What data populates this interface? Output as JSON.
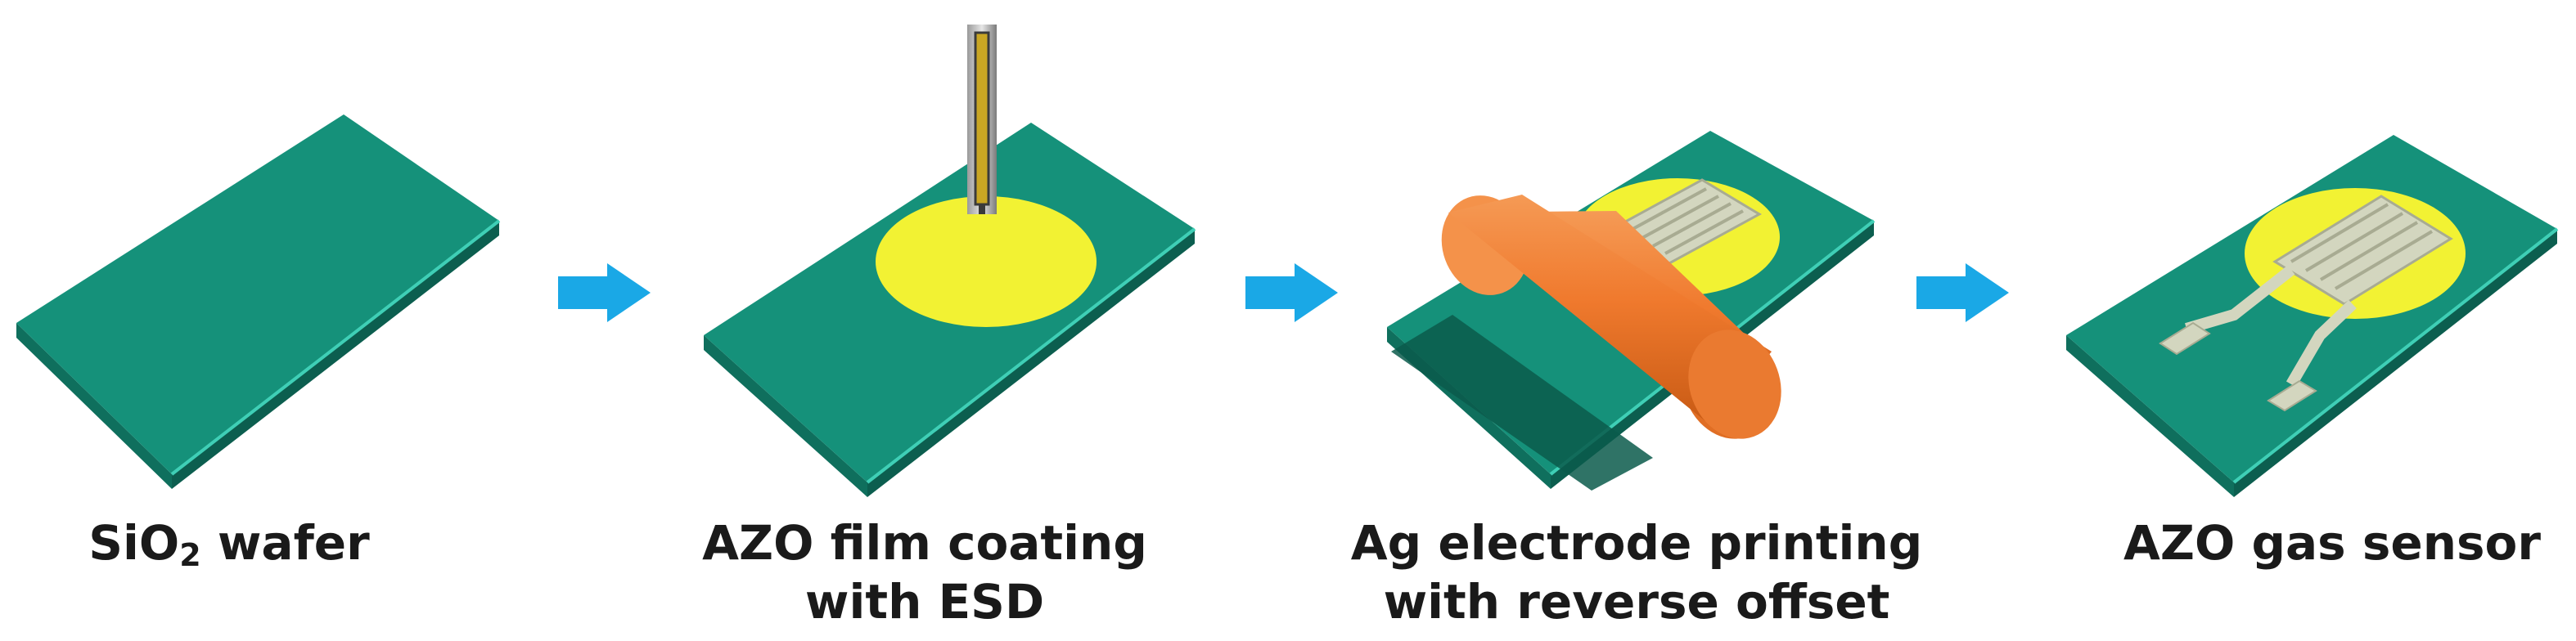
{
  "steps": [
    {
      "label_pre": "SiO",
      "label_sub": "2",
      "label_post": " wafer"
    },
    {
      "line1": "AZO film coating",
      "line2": "with ESD"
    },
    {
      "line1": "Ag electrode printing",
      "line2": "with reverse offset"
    },
    {
      "line1": "AZO gas sensor"
    }
  ],
  "colors": {
    "wafer_top": "#15917a",
    "wafer_side": "#0f6f5d",
    "wafer_edge": "#3fcfb6",
    "azo_film": "#f2f233",
    "electrode": "#d3d6bf",
    "roller": "#f07a2e",
    "arrow": "#1aa8e6",
    "nozzle": "#c9a623"
  },
  "icons": [
    "right-arrow-icon",
    "right-arrow-icon",
    "right-arrow-icon"
  ]
}
